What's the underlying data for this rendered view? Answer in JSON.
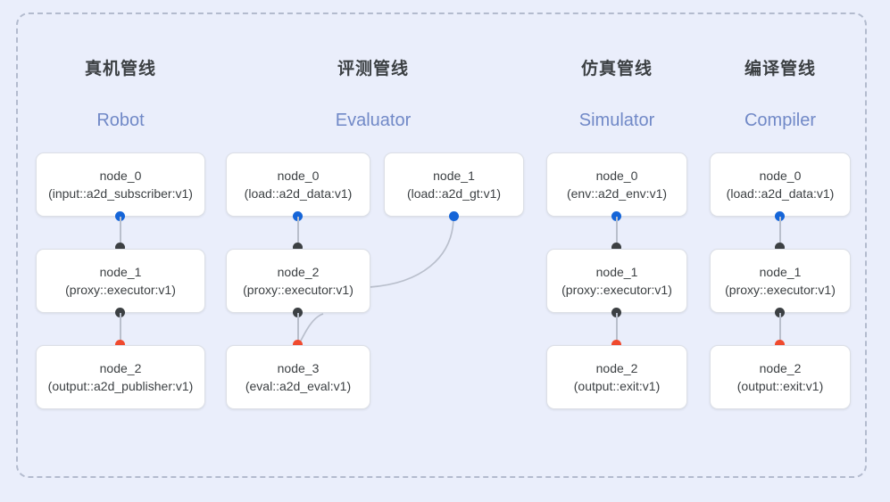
{
  "diagram": {
    "background_color": "#eaeefb",
    "frame_border_color": "#b3bbce",
    "port_colors": {
      "output_blue": "#1565d8",
      "link_dark": "#3c4043",
      "input_red": "#f04a2e"
    },
    "edge_color": "#b9bfcc"
  },
  "columns": [
    {
      "title_cn": "真机管线",
      "title_en": "Robot",
      "nodes": [
        {
          "name": "node_0",
          "sig": "(input::a2d_subscriber:v1)"
        },
        {
          "name": "node_1",
          "sig": "(proxy::executor:v1)"
        },
        {
          "name": "node_2",
          "sig": "(output::a2d_publisher:v1)"
        }
      ]
    },
    {
      "title_cn": "评测管线",
      "title_en": "Evaluator",
      "nodes": [
        {
          "name": "node_0",
          "sig": "(load::a2d_data:v1)"
        },
        {
          "name": "node_2",
          "sig": "(proxy::executor:v1)"
        },
        {
          "name": "node_3",
          "sig": "(eval::a2d_eval:v1)"
        },
        {
          "name": "node_1",
          "sig": "(load::a2d_gt:v1)"
        }
      ]
    },
    {
      "title_cn": "仿真管线",
      "title_en": "Simulator",
      "nodes": [
        {
          "name": "node_0",
          "sig": "(env::a2d_env:v1)"
        },
        {
          "name": "node_1",
          "sig": "(proxy::executor:v1)"
        },
        {
          "name": "node_2",
          "sig": "(output::exit:v1)"
        }
      ]
    },
    {
      "title_cn": "编译管线",
      "title_en": "Compiler",
      "nodes": [
        {
          "name": "node_0",
          "sig": "(load::a2d_data:v1)"
        },
        {
          "name": "node_1",
          "sig": "(proxy::executor:v1)"
        },
        {
          "name": "node_2",
          "sig": "(output::exit:v1)"
        }
      ]
    }
  ]
}
